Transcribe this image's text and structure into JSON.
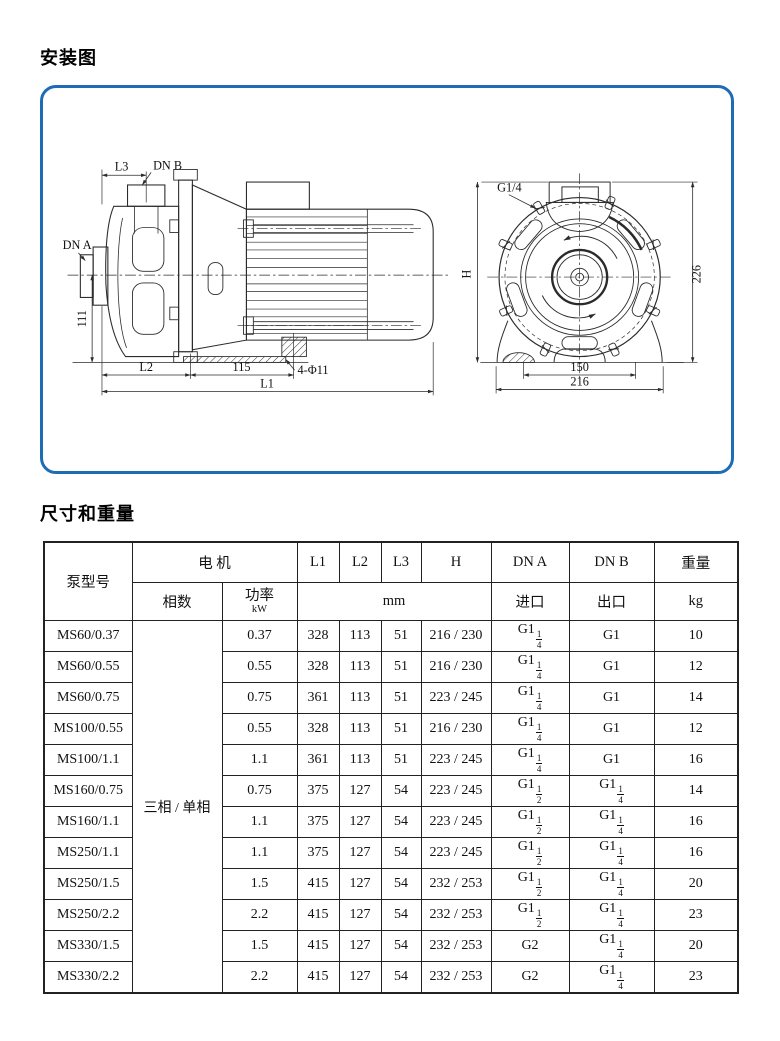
{
  "titles": {
    "installation": "安装图",
    "dimensions": "尺寸和重量"
  },
  "colors": {
    "box_border_blue": "#1e6cb5",
    "drawing_line": "#2b2b2b",
    "table_line": "#222222"
  },
  "diagram": {
    "side_labels": {
      "l3": "L3",
      "dn_b": "DN B",
      "dn_a": "DN A",
      "h111": "111",
      "l2": "L2",
      "d115": "115",
      "holes": "4-Φ11",
      "l1": "L1"
    },
    "front_labels": {
      "g14": "G1/4",
      "h": "H",
      "d226": "226",
      "d150": "150",
      "d216": "216"
    }
  },
  "table": {
    "header": {
      "model": "泵型号",
      "motor": "电 机",
      "phase": "相数",
      "power": "功率",
      "power_unit": "kW",
      "l1": "L1",
      "l2": "L2",
      "l3": "L3",
      "h": "H",
      "dn_a": "DN A",
      "dn_b": "DN B",
      "weight": "重量",
      "mm": "mm",
      "inlet": "进口",
      "outlet": "出口",
      "kg": "kg"
    },
    "phase_value": "三相 / 单相",
    "rows": [
      {
        "model": "MS60/0.37",
        "power": "0.37",
        "l1": "328",
        "l2": "113",
        "l3": "51",
        "h": "216 / 230",
        "dn_a": "G1 1/4",
        "dn_b": "G1",
        "weight": "10"
      },
      {
        "model": "MS60/0.55",
        "power": "0.55",
        "l1": "328",
        "l2": "113",
        "l3": "51",
        "h": "216 / 230",
        "dn_a": "G1 1/4",
        "dn_b": "G1",
        "weight": "12"
      },
      {
        "model": "MS60/0.75",
        "power": "0.75",
        "l1": "361",
        "l2": "113",
        "l3": "51",
        "h": "223 / 245",
        "dn_a": "G1 1/4",
        "dn_b": "G1",
        "weight": "14"
      },
      {
        "model": "MS100/0.55",
        "power": "0.55",
        "l1": "328",
        "l2": "113",
        "l3": "51",
        "h": "216 / 230",
        "dn_a": "G1 1/4",
        "dn_b": "G1",
        "weight": "12"
      },
      {
        "model": "MS100/1.1",
        "power": "1.1",
        "l1": "361",
        "l2": "113",
        "l3": "51",
        "h": "223 / 245",
        "dn_a": "G1 1/4",
        "dn_b": "G1",
        "weight": "16"
      },
      {
        "model": "MS160/0.75",
        "power": "0.75",
        "l1": "375",
        "l2": "127",
        "l3": "54",
        "h": "223 / 245",
        "dn_a": "G1 1/2",
        "dn_b": "G1 1/4",
        "weight": "14"
      },
      {
        "model": "MS160/1.1",
        "power": "1.1",
        "l1": "375",
        "l2": "127",
        "l3": "54",
        "h": "223 / 245",
        "dn_a": "G1 1/2",
        "dn_b": "G1 1/4",
        "weight": "16"
      },
      {
        "model": "MS250/1.1",
        "power": "1.1",
        "l1": "375",
        "l2": "127",
        "l3": "54",
        "h": "223 / 245",
        "dn_a": "G1 1/2",
        "dn_b": "G1 1/4",
        "weight": "16"
      },
      {
        "model": "MS250/1.5",
        "power": "1.5",
        "l1": "415",
        "l2": "127",
        "l3": "54",
        "h": "232 / 253",
        "dn_a": "G1 1/2",
        "dn_b": "G1 1/4",
        "weight": "20"
      },
      {
        "model": "MS250/2.2",
        "power": "2.2",
        "l1": "415",
        "l2": "127",
        "l3": "54",
        "h": "232 / 253",
        "dn_a": "G1 1/2",
        "dn_b": "G1 1/4",
        "weight": "23"
      },
      {
        "model": "MS330/1.5",
        "power": "1.5",
        "l1": "415",
        "l2": "127",
        "l3": "54",
        "h": "232 / 253",
        "dn_a": "G2",
        "dn_b": "G1 1/4",
        "weight": "20"
      },
      {
        "model": "MS330/2.2",
        "power": "2.2",
        "l1": "415",
        "l2": "127",
        "l3": "54",
        "h": "232 / 253",
        "dn_a": "G2",
        "dn_b": "G1 1/4",
        "weight": "23"
      }
    ]
  }
}
